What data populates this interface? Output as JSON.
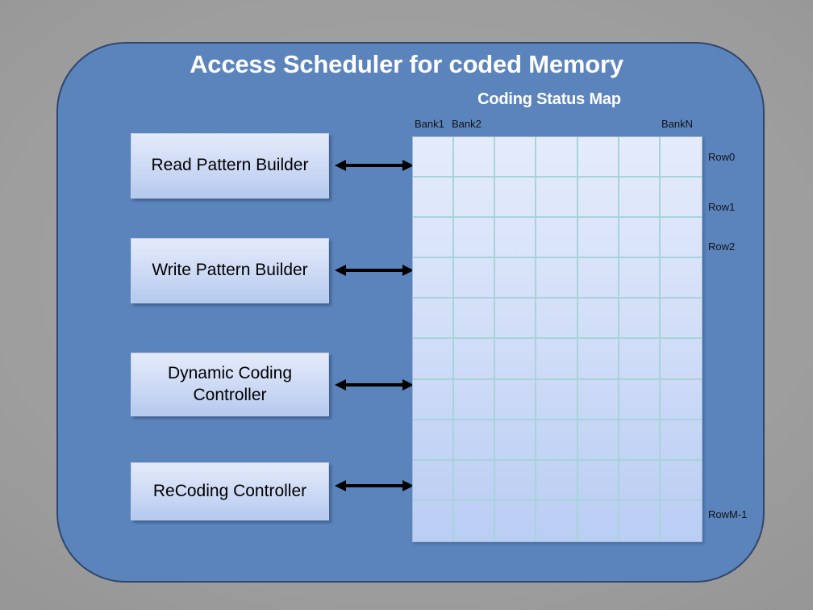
{
  "slide": {
    "title": "Access Scheduler for coded Memory",
    "background_color": "#9b9b9b",
    "panel_color": "#5b84bd",
    "panel_border_color": "#31476b"
  },
  "modules": [
    {
      "id": "read-pattern-builder",
      "label": "Read Pattern Builder"
    },
    {
      "id": "write-pattern-builder",
      "label": "Write Pattern Builder"
    },
    {
      "id": "dynamic-coding-controller",
      "label": "Dynamic Coding Controller"
    },
    {
      "id": "recoding-controller",
      "label": "ReCoding Controller"
    }
  ],
  "connectors": [
    {
      "id": "connector-read",
      "type": "double-headed-arrow"
    },
    {
      "id": "connector-write",
      "type": "double-headed-arrow"
    },
    {
      "id": "connector-dynamic",
      "type": "double-headed-arrow"
    },
    {
      "id": "connector-recode",
      "type": "double-headed-arrow"
    }
  ],
  "coding_status_map": {
    "title": "Coding Status Map",
    "columns": 7,
    "rows": 10,
    "grid_line_color": "#a7d4d8",
    "cell_fill_top": "#e4ebfb",
    "cell_fill_bottom": "#bacdf3",
    "bank_labels": [
      {
        "id": "bank-1",
        "label": "Bank1"
      },
      {
        "id": "bank-2",
        "label": "Bank2"
      },
      {
        "id": "bank-n",
        "label": "BankN"
      }
    ],
    "row_labels": [
      {
        "id": "row-0",
        "label": "Row0"
      },
      {
        "id": "row-1",
        "label": "Row1"
      },
      {
        "id": "row-2",
        "label": "Row2"
      },
      {
        "id": "row-m",
        "label": "RowM-1"
      }
    ]
  }
}
